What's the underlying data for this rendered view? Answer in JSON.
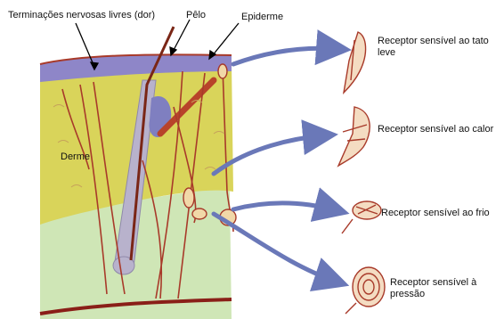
{
  "labels": {
    "free_nerve_endings": "Terminações nervosas livres (dor)",
    "hair": "Pêlo",
    "epidermis": "Epiderme",
    "dermis": "Derme",
    "receptor_touch": "Receptor sensível ao tato leve",
    "receptor_heat": "Receptor sensível ao calor",
    "receptor_cold": "Receptor sensível ao frio",
    "receptor_pressure": "Receptor sensível à pressão"
  },
  "colors": {
    "epidermis": "#8e86c8",
    "dermis": "#d9d45a",
    "hypodermis": "#cfe6b6",
    "nerve": "#a83a2a",
    "arrow": "#6a78b8",
    "hair": "#b8b2cc"
  }
}
